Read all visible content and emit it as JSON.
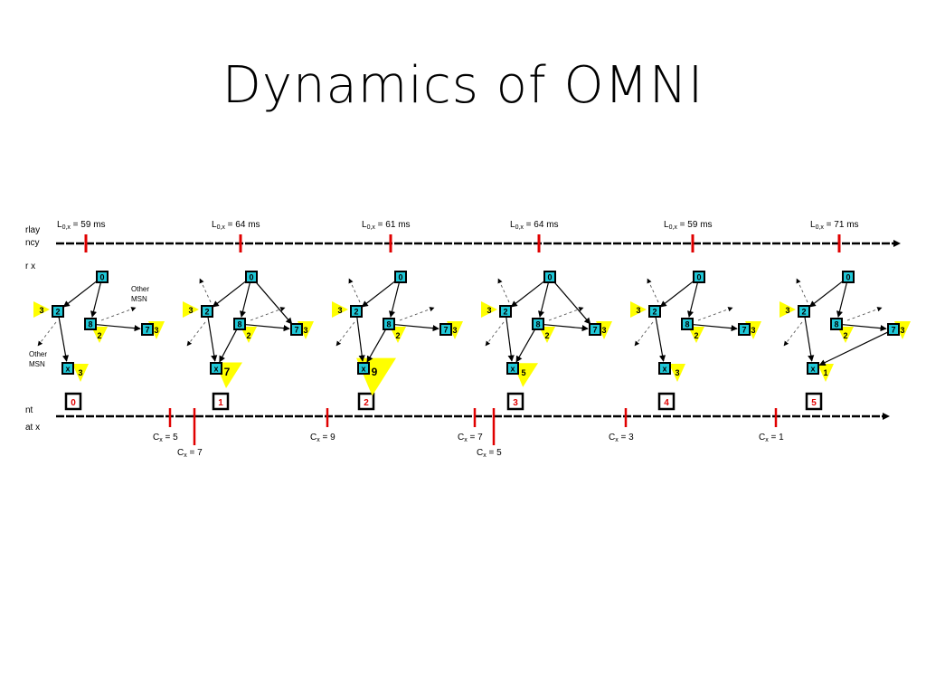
{
  "slide": {
    "title": "Dynamics of OMNI"
  },
  "labels": {
    "row1_line1": "rlay",
    "row1_line2": "ncy",
    "row2": "r x",
    "row3_line1": "nt",
    "row3_line2": "at x"
  },
  "latencies": [
    {
      "prefix": "L",
      "sub": "0,x",
      "text": " = 59 ms"
    },
    {
      "prefix": "L",
      "sub": "0,x",
      "text": " = 64 ms"
    },
    {
      "prefix": "L",
      "sub": "0,x",
      "text": " = 61 ms"
    },
    {
      "prefix": "L",
      "sub": "0,x",
      "text": " = 64 ms"
    },
    {
      "prefix": "L",
      "sub": "0,x",
      "text": " = 59 ms"
    },
    {
      "prefix": "L",
      "sub": "0,x",
      "text": " = 71 ms"
    }
  ],
  "phases": [
    "0",
    "1",
    "2",
    "3",
    "4",
    "5"
  ],
  "changes": [
    {
      "prefix": "C",
      "sub": "x",
      "text": " = 5"
    },
    {
      "prefix": "C",
      "sub": "x",
      "text": " = 7"
    },
    {
      "prefix": "C",
      "sub": "x",
      "text": " = 9"
    },
    {
      "prefix": "C",
      "sub": "x",
      "text": " = 7"
    },
    {
      "prefix": "C",
      "sub": "x",
      "text": " = 5"
    },
    {
      "prefix": "C",
      "sub": "x",
      "text": " = 3"
    },
    {
      "prefix": "C",
      "sub": "x",
      "text": " = 1"
    }
  ],
  "trees": [
    {
      "node_labels": [
        "0",
        "2",
        "8",
        "7",
        "x"
      ],
      "weights": {
        "n2": "3",
        "n8": "2",
        "n7": "3",
        "nx": "3"
      },
      "annot_top": [
        "Other",
        "MSN"
      ],
      "annot_bottom": [
        "Other",
        "MSN"
      ]
    },
    {
      "node_labels": [
        "0",
        "2",
        "8",
        "7",
        "x"
      ],
      "weights": {
        "n2": "3",
        "n8": "2",
        "n7": "3",
        "nx": "7"
      }
    },
    {
      "node_labels": [
        "0",
        "2",
        "8",
        "7",
        "x"
      ],
      "weights": {
        "n2": "3",
        "n8": "2",
        "n7": "3",
        "nx": "9"
      }
    },
    {
      "node_labels": [
        "0",
        "2",
        "8",
        "7",
        "x"
      ],
      "weights": {
        "n2": "3",
        "n8": "2",
        "n7": "3",
        "nx": "5"
      }
    },
    {
      "node_labels": [
        "0",
        "2",
        "8",
        "7",
        "x"
      ],
      "weights": {
        "n2": "3",
        "n8": "2",
        "n7": "3",
        "nx": "3"
      }
    },
    {
      "node_labels": [
        "0",
        "2",
        "8",
        "7",
        "x"
      ],
      "weights": {
        "n2": "3",
        "n8": "2",
        "n7": "3",
        "nx": "1"
      }
    }
  ],
  "colors": {
    "node_fill": "#20c8d8",
    "weight_fill": "#ffff00",
    "marker": "#e00000",
    "line": "#000000",
    "phase_text": "#e00000"
  }
}
